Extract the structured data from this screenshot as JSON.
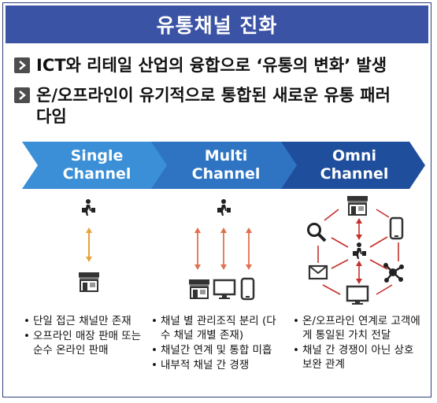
{
  "title": "유통채널 진화",
  "bullets": [
    "ICT와 리테일 산업의 융합으로 ‘유통의 변화’ 발생",
    "온/오프라인이 유기적으로 통합된 새로운 유통 패러다임"
  ],
  "stages": [
    {
      "label_line1": "Single",
      "label_line2": "Channel",
      "color": "#3a8fd6",
      "notes": [
        "단일 접근 채널만 존재",
        "오프라인 매장 판매 또는 순수 온라인 판매"
      ]
    },
    {
      "label_line1": "Multi",
      "label_line2": "Channel",
      "color": "#2e74c2",
      "notes": [
        "채널 별 관리조직 분리 (다수 채널 개별 존재)",
        "채널간 연계 및 통합 미흡",
        "내부적 채널 간 경쟁"
      ]
    },
    {
      "label_line1": "Omni",
      "label_line2": "Channel",
      "color": "#1f4e9c",
      "notes": [
        "온/오프라인 연계로 고객에게 통일된 가치 전달",
        "채널 간 경쟁이 아닌 상호 보완 관계"
      ]
    }
  ],
  "colors": {
    "title_bg": "#3b53a4",
    "single_arrow": "#e8a23a",
    "multi_arrow": "#e07050",
    "omni_arrow": "#c4302b"
  }
}
